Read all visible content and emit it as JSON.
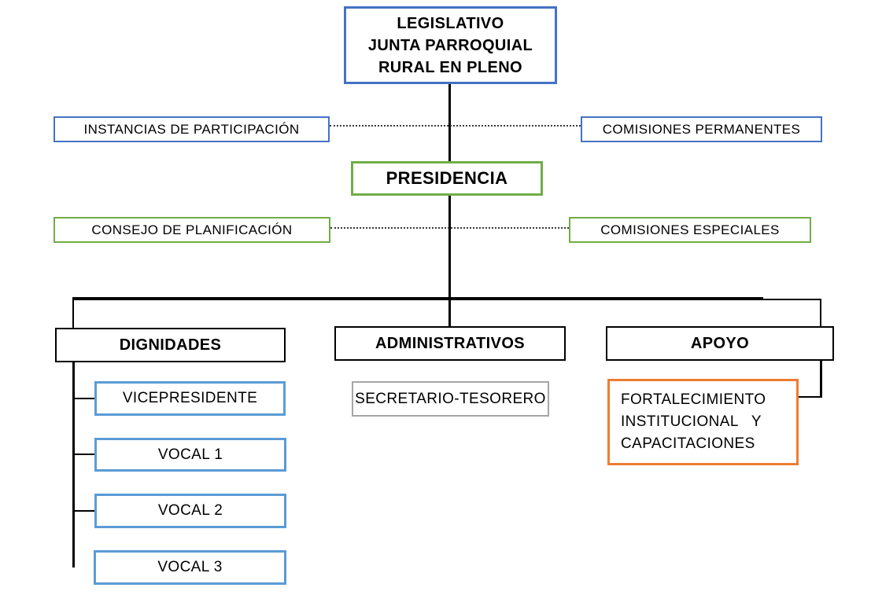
{
  "diagram": {
    "type": "org-chart",
    "title": "Organigrama Junta Parroquial Rural"
  },
  "colors": {
    "blue": "#4472C4",
    "light_blue": "#5B9BD5",
    "green": "#70AD47",
    "orange": "#ED7D31",
    "gray": "#A6A6A6",
    "line": "#000000",
    "text": "#000000",
    "background": "#FFFFFF"
  },
  "nodes": {
    "legislativo": {
      "label": "LEGISLATIVO\nJUNTA PARROQUIAL\nRURAL EN PLENO",
      "border": "blue"
    },
    "instancias": {
      "label": "INSTANCIAS DE PARTICIPACIÓN",
      "border": "blue"
    },
    "comisiones_permanentes": {
      "label": "COMISIONES PERMANENTES",
      "border": "blue"
    },
    "presidencia": {
      "label": "PRESIDENCIA",
      "border": "green"
    },
    "consejo_planificacion": {
      "label": "CONSEJO DE PLANIFICACIÓN",
      "border": "green"
    },
    "comisiones_especiales": {
      "label": "COMISIONES ESPECIALES",
      "border": "green"
    },
    "dignidades": {
      "label": "DIGNIDADES",
      "border": "black"
    },
    "administrativos": {
      "label": "ADMINISTRATIVOS",
      "border": "black"
    },
    "apoyo": {
      "label": "APOYO",
      "border": "black"
    },
    "vicepresidente": {
      "label": "VICEPRESIDENTE",
      "border": "light_blue"
    },
    "vocal_1": {
      "label": "VOCAL 1",
      "border": "light_blue"
    },
    "vocal_2": {
      "label": "VOCAL 2",
      "border": "light_blue"
    },
    "vocal_3": {
      "label": "VOCAL 3",
      "border": "light_blue"
    },
    "secretario_tesorero": {
      "label": "SECRETARIO-TESORERO",
      "border": "gray"
    },
    "fortalecimiento": {
      "label": "FORTALECIMIENTO\nINSTITUCIONAL   Y\nCAPACITACIONES",
      "border": "orange"
    }
  },
  "edges": [
    {
      "from": "legislativo",
      "to": "presidencia",
      "style": "solid"
    },
    {
      "from": "instancias",
      "to": "comisiones_permanentes",
      "style": "dotted"
    },
    {
      "from": "consejo_planificacion",
      "to": "comisiones_especiales",
      "style": "dotted"
    },
    {
      "from": "presidencia",
      "to": "dignidades",
      "style": "solid"
    },
    {
      "from": "presidencia",
      "to": "administrativos",
      "style": "solid"
    },
    {
      "from": "presidencia",
      "to": "apoyo",
      "style": "solid"
    },
    {
      "from": "dignidades",
      "to": "vicepresidente",
      "style": "solid"
    },
    {
      "from": "dignidades",
      "to": "vocal_1",
      "style": "solid"
    },
    {
      "from": "dignidades",
      "to": "vocal_2",
      "style": "solid"
    },
    {
      "from": "dignidades",
      "to": "vocal_3",
      "style": "solid"
    },
    {
      "from": "apoyo",
      "to": "fortalecimiento",
      "style": "solid"
    }
  ]
}
